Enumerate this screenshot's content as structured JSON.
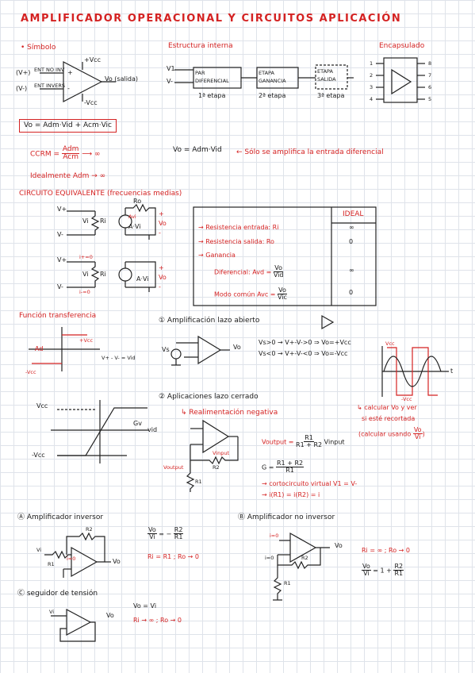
{
  "title": "AMPLIFICADOR OPERACIONAL Y CIRCUITOS APLICACIÓN",
  "symbol": {
    "heading": "Símbolo",
    "vplus": "(V+)",
    "vminus": "(V-)",
    "ent_no_inv": "ENT NO INV",
    "ent_inv": "ENT INVERS",
    "vcc_pos": "+Vcc",
    "vcc_neg": "-Vcc",
    "plus": "+",
    "minus": "-",
    "vo": "Vo (salida)"
  },
  "internal": {
    "heading": "Estructura interna",
    "v1": "V1",
    "v2": "V-",
    "block1": "PAR DIFERENCIAL",
    "block2": "ETAPA GANANCIA",
    "block3": "ETAPA SALIDA",
    "stage1": "1ª etapa",
    "stage2": "2ª etapa",
    "stage3": "3ª etapa"
  },
  "package": {
    "heading": "Encapsulado",
    "pins": [
      "1",
      "2",
      "3",
      "4",
      "5",
      "6",
      "7",
      "8"
    ]
  },
  "formula_vo": "Vo = Adm·Vid + Acm·Vic",
  "ccrm": {
    "label": "CCRM =",
    "num": "Adm",
    "den": "Acm",
    "arrow": "⟶ ∞",
    "vo_eq": "Vo = Adm·Vid",
    "note": "← Sólo se amplifica la entrada diferencial",
    "ideal": "Idealmente Adm → ∞"
  },
  "equiv": {
    "heading": "CIRCUITO EQUIVALENTE (frecuencias medias)",
    "vp": "V+",
    "vm": "V-",
    "vi": "Vi",
    "ri": "Ri",
    "ro": "Ro",
    "avi": "Avi",
    "avvi": "A·Vi",
    "plus": "+",
    "minus": "-",
    "vo": "Vo",
    "i0a": "i+=0",
    "i0b": "i-=0"
  },
  "table": {
    "header": "IDEAL",
    "rows": [
      {
        "label": "→ Resistencia entrada: Ri",
        "value": "∞"
      },
      {
        "label": "→ Resistencia salida: Ro",
        "value": "0"
      },
      {
        "label": "→ Ganancia",
        "value": ""
      },
      {
        "label": "Diferencial: Avd =",
        "num": "Vo",
        "den": "Vid",
        "value": "∞"
      },
      {
        "label": "Modo común Avc =",
        "num": "Vo",
        "den": "Vic",
        "value": "0"
      }
    ]
  },
  "transfer": {
    "heading": "Función transferencia",
    "ad": "Ad",
    "vcc_pos": "+Vcc",
    "vcc_neg": "-Vcc",
    "axis": "V+ - V- = Vid",
    "open_loop": "① Amplificación lazo abierto",
    "vs": "Vs",
    "vo": "Vo",
    "case1": "Vs>0 → V+-V->0 ⇒ Vo=+Vcc",
    "case2": "Vs<0 → V+-V-<0 ⇒ Vo=-Vcc",
    "wave_vcc": "Vcc",
    "wave_t": "t",
    "wave_neg": "-Vcc",
    "calc_note1": "↳ calcular Vo y ver",
    "calc_note2": "si esté recortada",
    "calc_note3": "(calcular usando",
    "calc_frac_n": "Vo",
    "calc_frac_d": "Vi"
  },
  "closed": {
    "vcc": "Vcc",
    "vcc_neg": "-Vcc",
    "gv": "Gv",
    "vid": "vid",
    "heading": "② Aplicaciones lazo cerrado",
    "sub": "↳ Realimentación negativa",
    "voutput_label": "Voutput =",
    "vinput": "Vinput",
    "r1": "R1",
    "r1r2": "R1 + R2",
    "g_label": "G =",
    "g_num": "R1 + R2",
    "g_den": "R1",
    "cc1": "→ cortocircuito virtual V1 = V-",
    "cc2": "→ i(R1) = i(R2) = i",
    "vinput_small": "Vinput",
    "voutput_small": "Voutput",
    "r2": "R2"
  },
  "inverting": {
    "heading": "Ⓐ Amplificador inversor",
    "vi": "Vi",
    "r1": "R1",
    "r2": "R2",
    "vo": "Vo",
    "i0": "i=0",
    "eq_num": "Vo",
    "eq_den": "Vi",
    "eq_rn": "R2",
    "eq_rd": "R1",
    "ri_ro": "Ri = R1 ; Ro → 0"
  },
  "noninverting": {
    "heading": "Ⓑ Amplificador no inversor",
    "i0": "i=0",
    "vo": "Vo",
    "r2": "R2",
    "r1": "R1",
    "ri_ro": "Ri = ∞ ; Ro → 0",
    "eq_num": "Vo",
    "eq_den": "Vi",
    "eq_one": "= 1 +",
    "eq_rn": "R2",
    "eq_rd": "R1"
  },
  "follower": {
    "heading": "Ⓒ seguidor de tensión",
    "vi": "Vi",
    "vo": "Vo",
    "eq": "Vo = Vi",
    "ri_ro": "Ri → ∞ ; Ro → 0"
  }
}
